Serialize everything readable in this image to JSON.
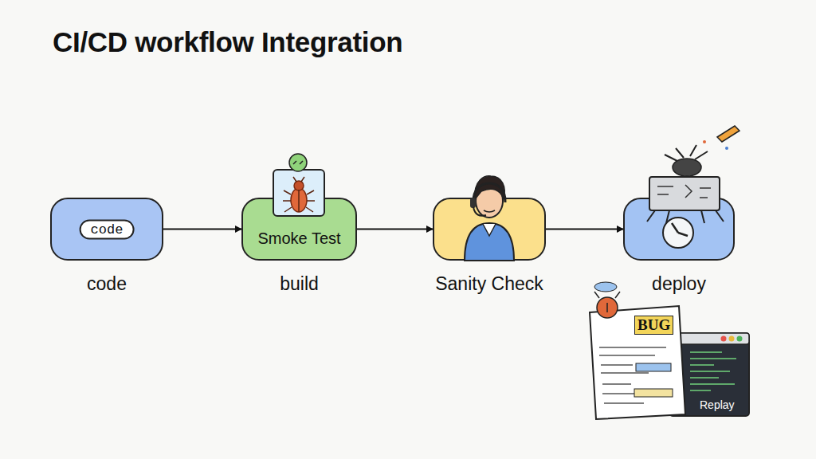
{
  "diagram": {
    "title": "CI/CD workflow Integration",
    "nodes": [
      {
        "text": [
          "code",
          "code"
        ]
      },
      {
        "text": [
          "Smoke Test",
          "build"
        ]
      },
      {
        "text": [
          "Sanity Check"
        ]
      },
      {
        "text": [
          "deploy"
        ]
      }
    ],
    "edges": [
      {
        "from": 0,
        "to": 1,
        "arrow": "to"
      },
      {
        "from": 1,
        "to": 2,
        "arrow": "to"
      },
      {
        "from": 2,
        "to": 3,
        "arrow": "to"
      }
    ],
    "labels": [
      "BUG",
      "Replay"
    ]
  }
}
